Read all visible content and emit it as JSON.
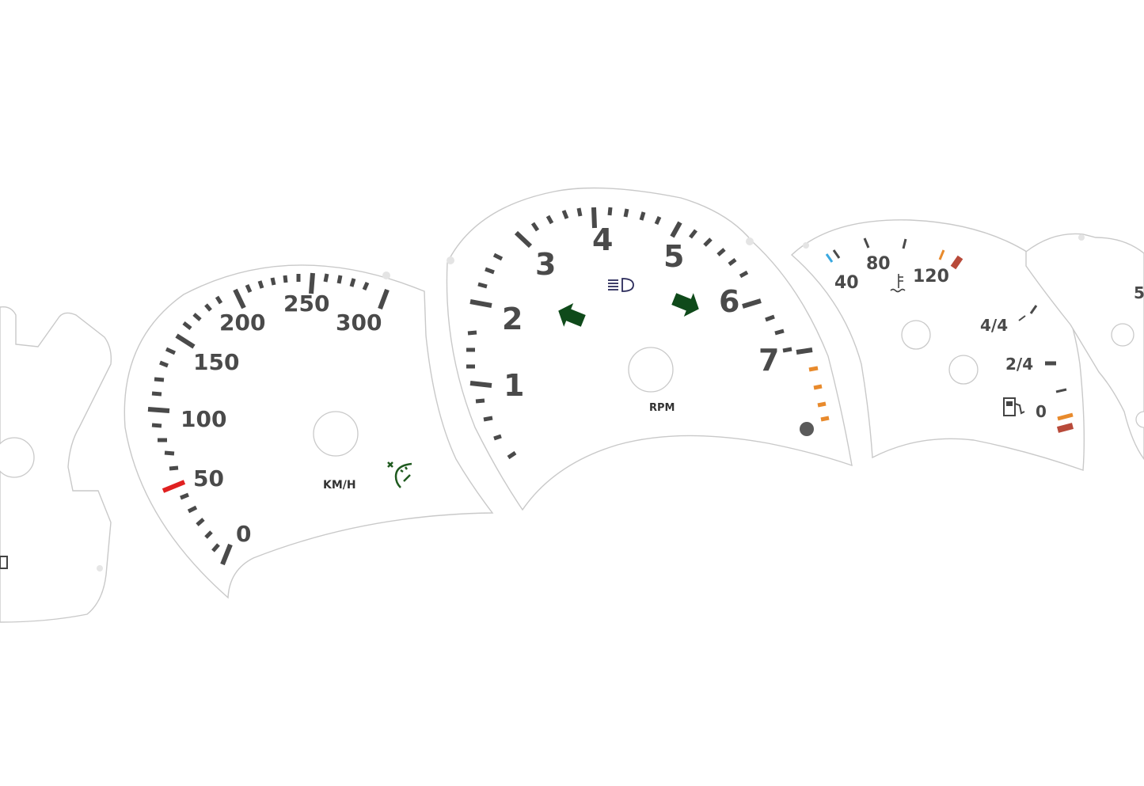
{
  "speedometer": {
    "labels": [
      "0",
      "50",
      "100",
      "150",
      "200",
      "250",
      "300"
    ],
    "unit": "KM/H",
    "redline_mark_color": "#e02020",
    "icon": "cruise-control-icon",
    "icon_color": "#1f5a1f"
  },
  "tachometer": {
    "labels": [
      "1",
      "2",
      "3",
      "4",
      "5",
      "6",
      "7"
    ],
    "unit": "RPM",
    "icons": [
      "left-turn-arrow-icon",
      "headlight-icon",
      "right-turn-arrow-icon",
      "warning-dot-icon"
    ],
    "arrow_color": "#0f4a1a",
    "redzone_color": "#e88a2c"
  },
  "aux_gauge": {
    "temp_labels": [
      "40",
      "80",
      "120"
    ],
    "fuel_labels": [
      "4/4",
      "2/4",
      "0"
    ],
    "icons": [
      "coolant-temp-icon",
      "fuel-pump-icon"
    ],
    "cold_color": "#3aa8e0",
    "hot_color": "#b84a3a",
    "warn_color": "#e88a2c"
  },
  "right_partial": {
    "label": "5"
  }
}
